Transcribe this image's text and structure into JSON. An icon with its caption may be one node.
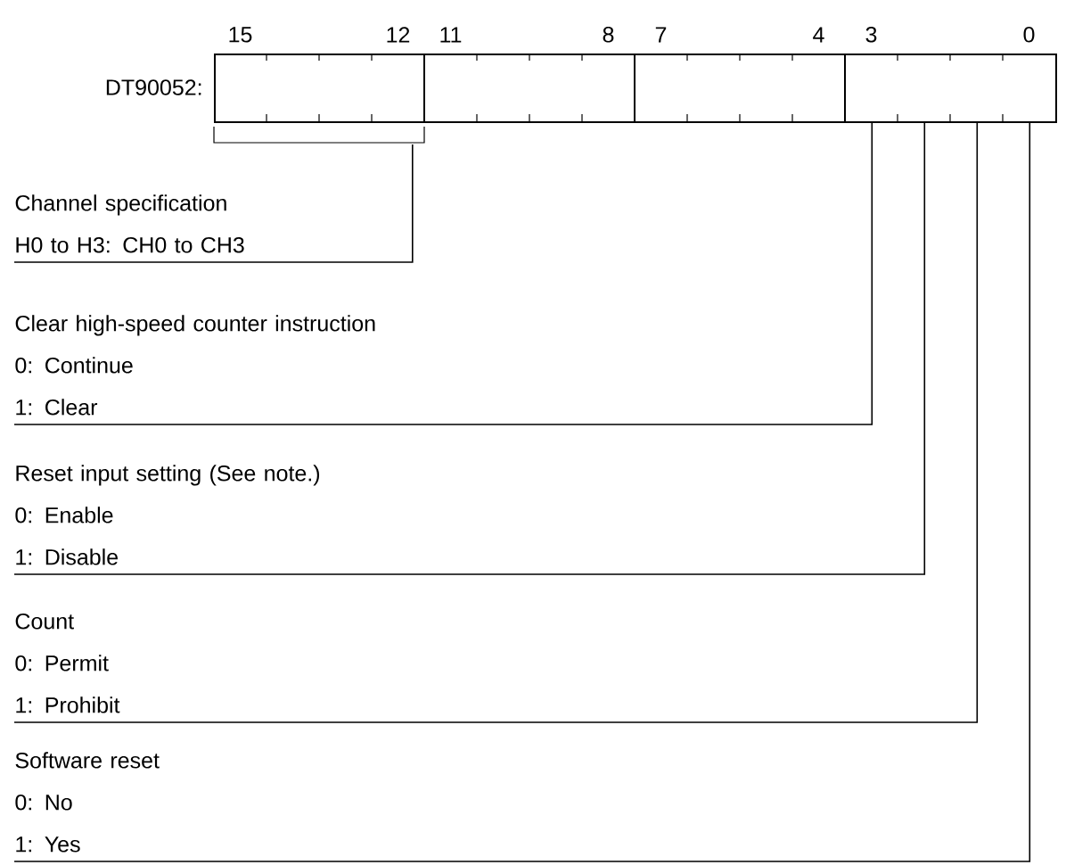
{
  "diagram": {
    "nodes": [
      {
        "text": [],
        "shape": "box",
        "beside": [
          "DT90052:",
          "15",
          "12",
          "11",
          "8",
          "7",
          "4",
          "3",
          "0"
        ]
      },
      {
        "text": [
          "Channel specification",
          "H0 to H3: CH0 to CH3"
        ]
      },
      {
        "text": [
          "Clear high-speed counter instruction",
          "0: Continue",
          "1: Clear"
        ]
      },
      {
        "text": [
          "Reset input setting (See note.)",
          "0: Enable",
          "1: Disable"
        ]
      },
      {
        "text": [
          "Count",
          "0: Permit",
          "1: Prohibit"
        ]
      },
      {
        "text": [
          "Software reset",
          "0: No",
          "1: Yes"
        ]
      }
    ],
    "edges": [
      {
        "from": 1,
        "to": 0,
        "arrow": "none"
      },
      {
        "from": 2,
        "to": 0,
        "arrow": "none"
      },
      {
        "from": 3,
        "to": 0,
        "arrow": "none"
      },
      {
        "from": 4,
        "to": 0,
        "arrow": "none"
      },
      {
        "from": 5,
        "to": 0,
        "arrow": "none"
      }
    ]
  }
}
